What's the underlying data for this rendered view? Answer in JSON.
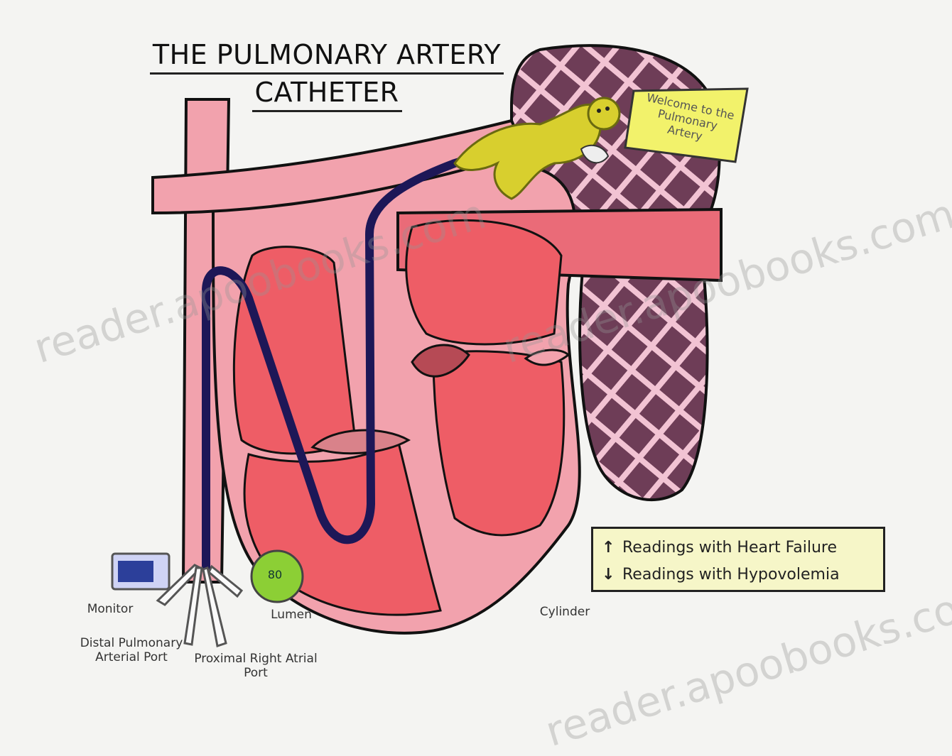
{
  "title": {
    "line1": "THE PULMONARY ARTERY",
    "line2": "CATHETER"
  },
  "sign": {
    "text": "Welcome to the Pulmonary Artery"
  },
  "legend": {
    "up_arrow": "↑",
    "up_text": "Readings with Heart Failure",
    "down_arrow": "↓",
    "down_text": "Readings with Hypovolemia"
  },
  "labels": {
    "monitor": "Monitor",
    "distal_port": "Distal Pulmonary Arterial Port",
    "proximal_port": "Proximal Right Atrial Port",
    "balloon_value": "80",
    "lumen": "Lumen",
    "cylinder": "Cylinder"
  },
  "watermark": {
    "text": "reader.apoobooks.com"
  },
  "colors": {
    "vessel": "#f2a2ad",
    "chamber": "#ee5d66",
    "catheter": "#1d1757",
    "lung": "#6e3d57",
    "lung_bg": "#f2c3d3",
    "character": "#d8cf2e",
    "legend_bg": "#f6f6c8"
  }
}
